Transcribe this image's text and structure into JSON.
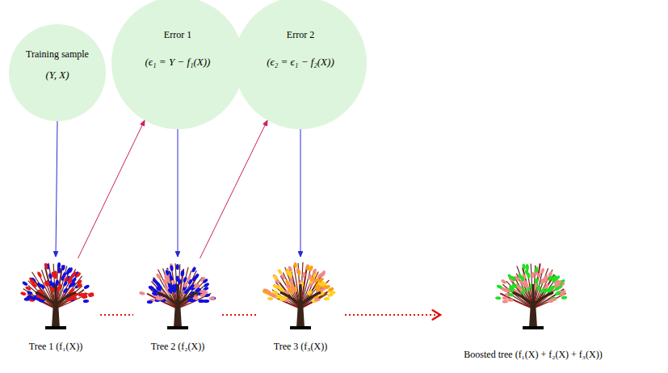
{
  "diagram": {
    "nodes": [
      {
        "text": [
          "Training sample",
          "(Y, X)"
        ]
      },
      {
        "text": [
          "Error 1",
          "(ϵ₁ = Y − f₁(X))"
        ]
      },
      {
        "text": [
          "Error 2",
          "(ϵ₂ = ϵ₁ − f₂(X))"
        ]
      },
      {
        "text": [
          "Tree 1 (f₁(X))"
        ]
      },
      {
        "text": [
          "Tree 2 (f₂(X))"
        ]
      },
      {
        "text": [
          "Tree 3 (f₃(X))"
        ]
      },
      {
        "text": [
          "Boosted tree (f₁(X) + f₂(X) + f₃(X))"
        ]
      }
    ],
    "edges": [
      {
        "from": 0,
        "to": 3,
        "arrow": "to"
      },
      {
        "from": 3,
        "to": 1,
        "arrow": "to"
      },
      {
        "from": 1,
        "to": 4,
        "arrow": "to"
      },
      {
        "from": 4,
        "to": 2,
        "arrow": "to"
      },
      {
        "from": 2,
        "to": 5,
        "arrow": "to"
      },
      {
        "from": 3,
        "to": 4,
        "arrow": "none"
      },
      {
        "from": 4,
        "to": 5,
        "arrow": "none"
      },
      {
        "from": 5,
        "to": 6,
        "arrow": "to"
      }
    ]
  }
}
